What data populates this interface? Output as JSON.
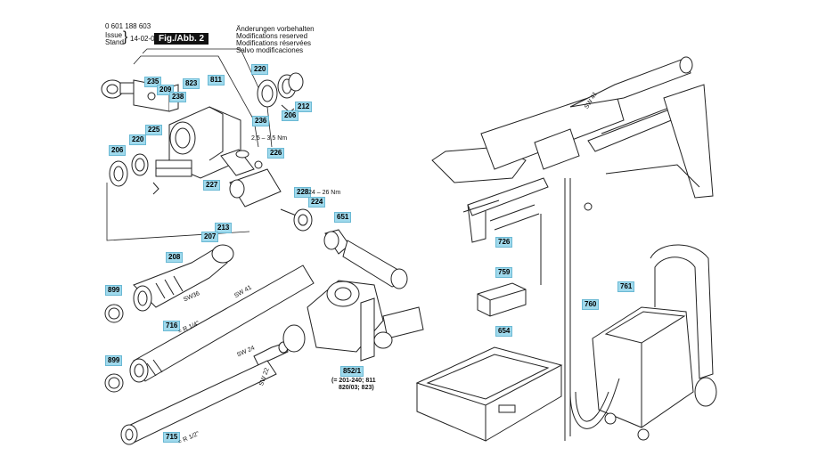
{
  "header": {
    "doc_number": "0 601 188 603",
    "issue_label": "Issue",
    "stand_label": "Stand",
    "issue_date": "14-02-03",
    "fig_label": "Fig./Abb. 2",
    "notice_lines": [
      "Änderungen vorbehalten",
      "Modifications reserved",
      "Modifications réservées",
      "Salvo modificaciones"
    ]
  },
  "callouts": {
    "c220a": "220",
    "c212": "212",
    "c206a": "206",
    "c235": "235",
    "c823": "823",
    "c811": "811",
    "c209": "209",
    "c238": "238",
    "c236": "236",
    "c225": "225",
    "c206b": "206",
    "c220b": "220",
    "c226": "226",
    "c227": "227",
    "c228": "228",
    "c224": "224",
    "c651": "651",
    "c213": "213",
    "c207": "207",
    "c208": "208",
    "c899a": "899",
    "c716": "716",
    "c899b": "899",
    "c852": "852/1",
    "c715": "715",
    "c726": "726",
    "c759": "759",
    "c760": "760",
    "c761": "761",
    "c654": "654"
  },
  "notes": {
    "torque1": "2,5 – 3,5 Nm",
    "torque2": "24 – 26 Nm",
    "sw36": "SW36",
    "sw41_tube": "SW 41",
    "sw41_motor": "SW 41",
    "sw24": "SW 24",
    "sw22": "SW 22",
    "r14": "= R 1/4\"",
    "r12": "= R 1/2\"",
    "n852_1": "(= 201-240; 811",
    "n852_2": "820/03; 823)"
  }
}
